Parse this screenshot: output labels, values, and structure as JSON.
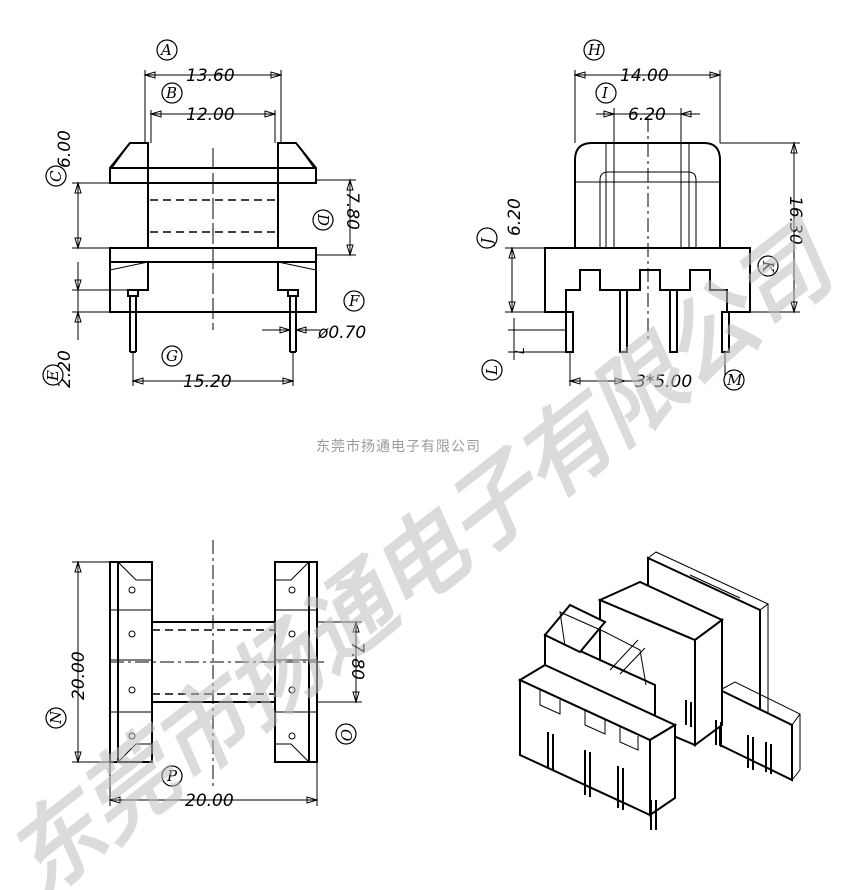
{
  "dimensions": {
    "A": "13.60",
    "B": "12.00",
    "C": "6.00",
    "D": "7.80",
    "E": "2.20",
    "F": "ø0.70",
    "G": "15.20",
    "H": "14.00",
    "I": "6.20",
    "J": "6.20",
    "K": "16.30",
    "L": "L",
    "M": "3*5.00",
    "N": "20.00",
    "O": "7.80",
    "P": "20.00"
  },
  "tags": {
    "A": "A",
    "B": "B",
    "C": "C",
    "D": "D",
    "E": "E",
    "F": "F",
    "G": "G",
    "H": "H",
    "I": "I",
    "J": "J",
    "K": "K",
    "L": "L",
    "M": "M",
    "N": "N",
    "O": "O",
    "P": "P"
  },
  "watermark": {
    "company": "东莞市扬通电子有限公司",
    "large_text": "东莞市扬通电子有限公司"
  }
}
